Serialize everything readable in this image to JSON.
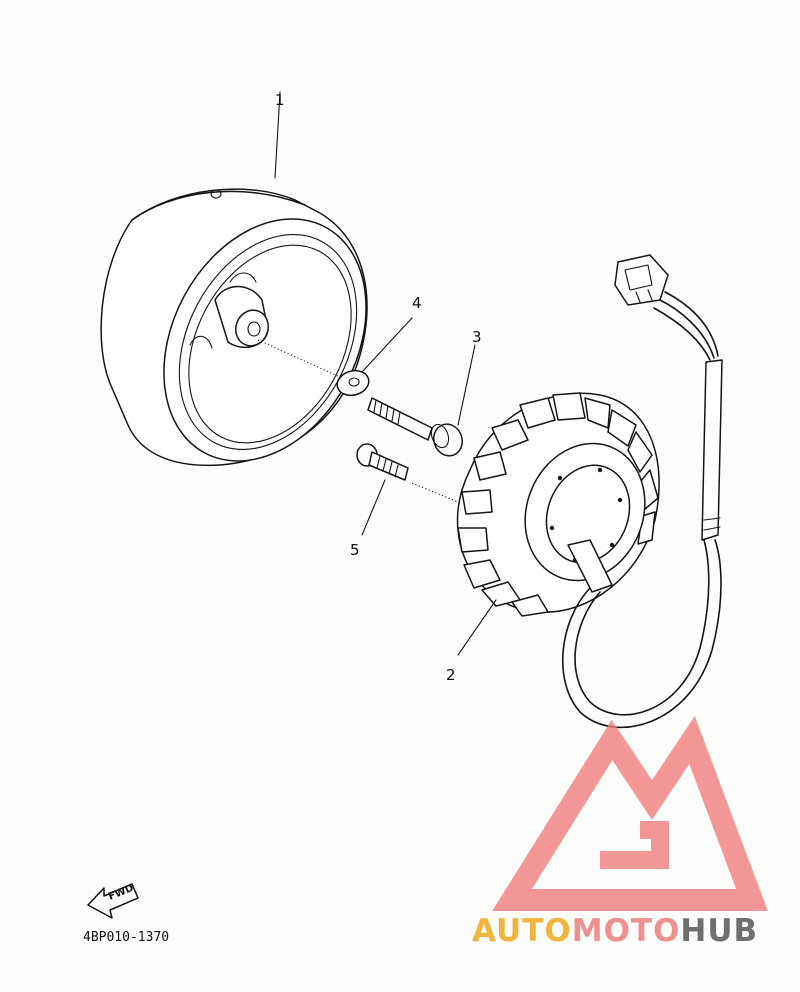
{
  "callouts": [
    {
      "id": "1",
      "text": "1"
    },
    {
      "id": "2",
      "text": "2"
    },
    {
      "id": "3",
      "text": "3"
    },
    {
      "id": "4",
      "text": "4"
    },
    {
      "id": "5",
      "text": "5"
    }
  ],
  "fwd_label": "FWD",
  "diagram_code": "4BP010-1370",
  "watermark": {
    "part1": "AUTO",
    "part2": "MOTO",
    "part3": "HUB",
    "colors": {
      "auto": "#f2b43c",
      "moto": "#f08f8f",
      "hub": "#6f6f6f",
      "logo": "#f07a7a"
    }
  },
  "icons": [
    "rotor-flywheel",
    "stator-assembly",
    "bolt",
    "washer",
    "screw",
    "connector",
    "fwd-arrow-icon",
    "logo-triangle-icon"
  ]
}
